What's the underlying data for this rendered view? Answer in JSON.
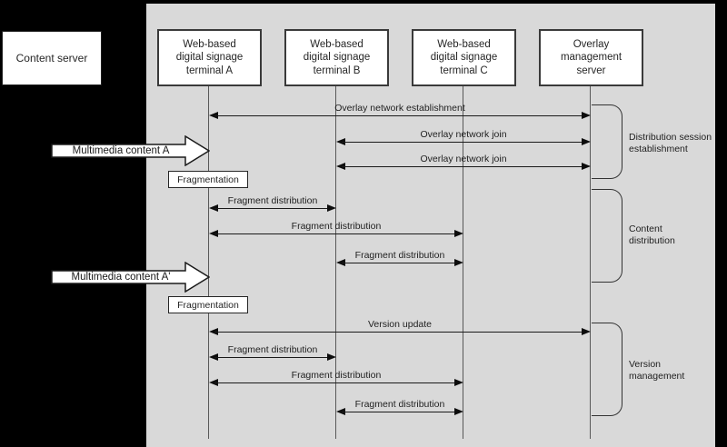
{
  "diagram": {
    "type": "sequence-diagram",
    "background_color": "#d9d9d9",
    "outer_background": "#000000",
    "line_color": "#1a1a1a",
    "lifeline_color": "#595959",
    "box_fill": "#ffffff"
  },
  "content_server": {
    "label": "Content server"
  },
  "actors": [
    {
      "id": "terminal-a",
      "label": [
        "Web-based",
        "digital signage",
        "terminal A"
      ]
    },
    {
      "id": "terminal-b",
      "label": [
        "Web-based",
        "digital signage",
        "terminal B"
      ]
    },
    {
      "id": "terminal-c",
      "label": [
        "Web-based",
        "digital signage",
        "terminal C"
      ]
    },
    {
      "id": "overlay-server",
      "label": [
        "Overlay",
        "management",
        "server"
      ]
    }
  ],
  "block_arrows": [
    {
      "label": "Multimedia content A",
      "from": "content-server",
      "to": "terminal-a"
    },
    {
      "label": "Multimedia content A'",
      "from": "content-server",
      "to": "terminal-a"
    }
  ],
  "process_boxes": [
    {
      "label": "Fragmentation"
    },
    {
      "label": "Fragmentation"
    }
  ],
  "messages": [
    {
      "label": "Overlay network establishment",
      "from": "terminal-a",
      "to": "overlay-server",
      "bidirectional": true
    },
    {
      "label": "Overlay network join",
      "from": "terminal-b",
      "to": "overlay-server",
      "bidirectional": true
    },
    {
      "label": "Overlay network join",
      "from": "terminal-b",
      "to": "overlay-server",
      "bidirectional": true
    },
    {
      "label": "Fragment distribution",
      "from": "terminal-a",
      "to": "terminal-b",
      "bidirectional": true
    },
    {
      "label": "Fragment distribution",
      "from": "terminal-a",
      "to": "terminal-c",
      "bidirectional": true
    },
    {
      "label": "Fragment distribution",
      "from": "terminal-b",
      "to": "terminal-c",
      "bidirectional": true
    },
    {
      "label": "Version update",
      "from": "terminal-a",
      "to": "overlay-server",
      "bidirectional": true
    },
    {
      "label": "Fragment distribution",
      "from": "terminal-a",
      "to": "terminal-b",
      "bidirectional": true
    },
    {
      "label": "Fragment distribution",
      "from": "terminal-a",
      "to": "terminal-c",
      "bidirectional": true
    },
    {
      "label": "Fragment distribution",
      "from": "terminal-b",
      "to": "terminal-c",
      "bidirectional": true
    }
  ],
  "sections": [
    {
      "label": [
        "Distribution session",
        "establishment"
      ]
    },
    {
      "label": [
        "Content",
        "distribution"
      ]
    },
    {
      "label": [
        "Version",
        "management"
      ]
    }
  ]
}
